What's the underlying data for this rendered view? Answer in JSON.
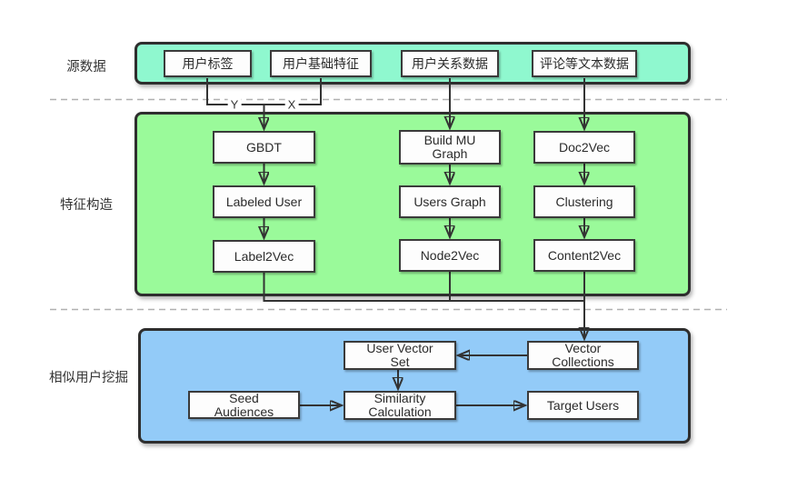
{
  "sections": {
    "source": {
      "label": "源数据"
    },
    "feature": {
      "label": "特征构造"
    },
    "mining": {
      "label": "相似用户挖掘"
    }
  },
  "nodes": {
    "user_tags": "用户标签",
    "user_basic_features": "用户基础特征",
    "user_relation_data": "用户关系数据",
    "comment_text_data": "评论等文本数据",
    "gbdt": "GBDT",
    "build_mu_graph": "Build MU\nGraph",
    "doc2vec": "Doc2Vec",
    "labeled_user": "Labeled User",
    "users_graph": "Users Graph",
    "clustering": "Clustering",
    "label2vec": "Label2Vec",
    "node2vec": "Node2Vec",
    "content2vec": "Content2Vec",
    "user_vector_set": "User Vector\nSet",
    "vector_collections": "Vector\nCollections",
    "seed_audiences": "Seed\nAudiences",
    "similarity_calculation": "Similarity\nCalculation",
    "target_users": "Target Users"
  },
  "edge_labels": {
    "y": "Y",
    "x": "X"
  },
  "colors": {
    "source_fill": "#8ff8cf",
    "feature_fill": "#9afa9a",
    "mining_fill": "#93cbf8",
    "node_fill": "#fdfdfd",
    "line": "#333333",
    "divider": "#b0b0b0"
  }
}
